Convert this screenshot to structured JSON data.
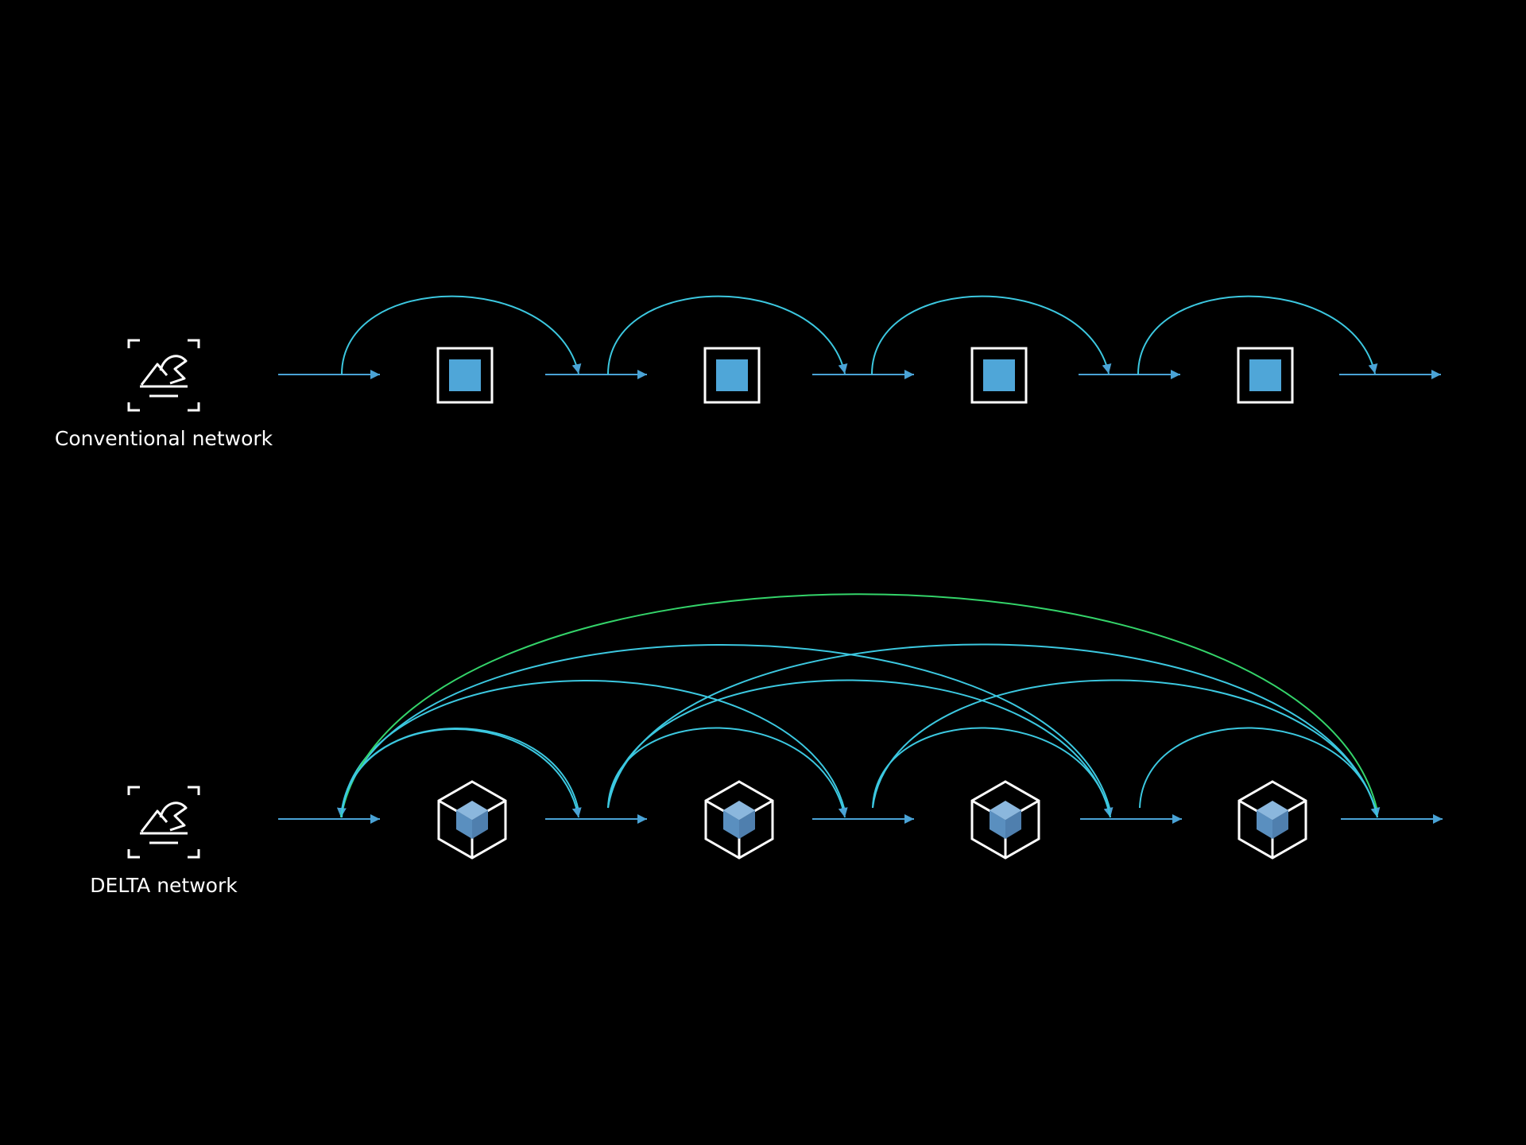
{
  "rows": [
    {
      "id": "conventional",
      "label": "Conventional network",
      "block_type": "square",
      "block_count": 4,
      "connection_type": "sequential-skip"
    },
    {
      "id": "delta",
      "label": "DELTA network",
      "block_type": "cube",
      "block_count": 4,
      "connection_type": "dense-skip"
    }
  ],
  "icons": {
    "input_icon": "image-scan-icon",
    "square_block_icon": "layer-square-icon",
    "cube_block_icon": "layer-cube-icon"
  },
  "colors": {
    "background": "#000000",
    "flow": "#4aa3d6",
    "arc": "#3cc8e0",
    "arc_long": "#34d46a",
    "block_fill": "#4fa6d8",
    "cube_front": "#5a8fbf",
    "cube_side": "#4f7fae",
    "cube_top": "#8bb7dd",
    "outline": "#ffffff",
    "label": "#ffffff"
  }
}
